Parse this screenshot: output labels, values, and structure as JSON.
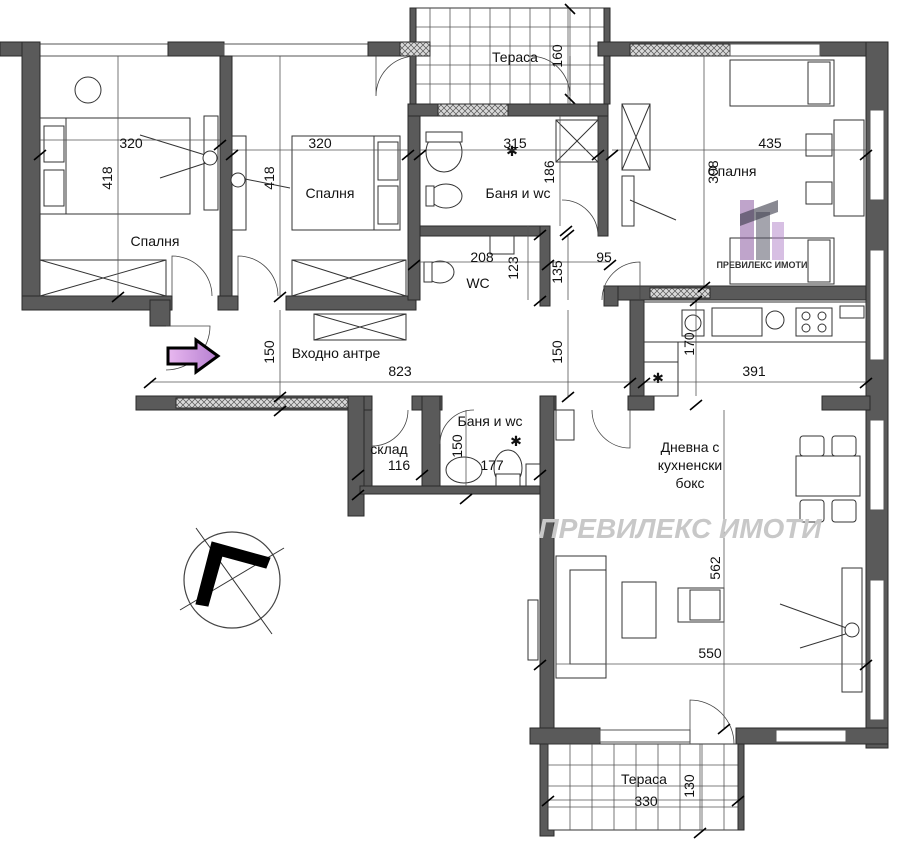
{
  "rooms": {
    "terrace_top": "Тераса",
    "bedroom_left": "Спалня",
    "bedroom_middle": "Спалня",
    "bathroom_top": "Баня и wc",
    "wc": "WC",
    "bedroom_right": "Спалня",
    "entrance_hall": "Входно антре",
    "storage": "склад",
    "bathroom_bottom": "Баня и wc",
    "living_line1": "Дневна с",
    "living_line2": "кухненски",
    "living_line3": "бокс",
    "terrace_bottom": "Тераса"
  },
  "dimensions": {
    "terrace_top_depth": "160",
    "bedroom_left_width": "320",
    "bedroom_left_depth": "418",
    "bedroom_middle_width": "320",
    "bedroom_middle_depth": "418",
    "bathroom_top_width": "315",
    "bathroom_top_depth": "186",
    "wc_width": "208",
    "wc_depth": "123",
    "corridor_depth": "135",
    "corridor_width": "95",
    "bedroom_right_width": "435",
    "bedroom_right_depth": "398",
    "hall_depth_left": "150",
    "hall_length": "823",
    "hall_depth_right": "150",
    "kitchen_depth": "170",
    "living_width_top": "391",
    "storage_area": "116",
    "bathroom_bottom_depth": "150",
    "bathroom_bottom_width": "177",
    "living_depth": "562",
    "living_width": "550",
    "terrace_bottom_width": "330",
    "terrace_bottom_depth": "130"
  },
  "watermark": {
    "logo_text": "ПРЕВИЛЕКС ИМОТИ",
    "center_text": "ПРЕВИЛЕКС ИМОТИ"
  }
}
